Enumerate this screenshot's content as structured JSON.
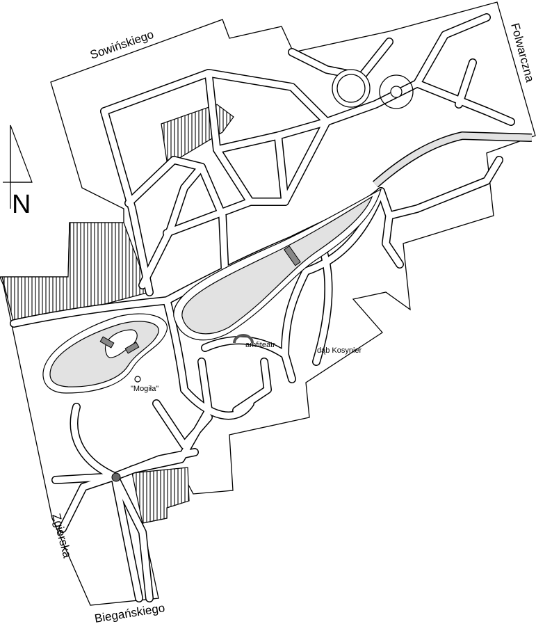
{
  "streets": {
    "north_west": "Sowińskiego",
    "north_east": "Folwarczna",
    "west": "Zgierska",
    "south": "Biegańskiego"
  },
  "north_arrow": {
    "label": "N"
  },
  "places": {
    "amphitheatre": "amfiteatr",
    "oak": "dąb Kosynier",
    "grave": "\"Mogiła\""
  },
  "colors": {
    "pond": "#e2e2e2",
    "bridge": "#888888",
    "lines": "#000000",
    "background": "#ffffff"
  }
}
